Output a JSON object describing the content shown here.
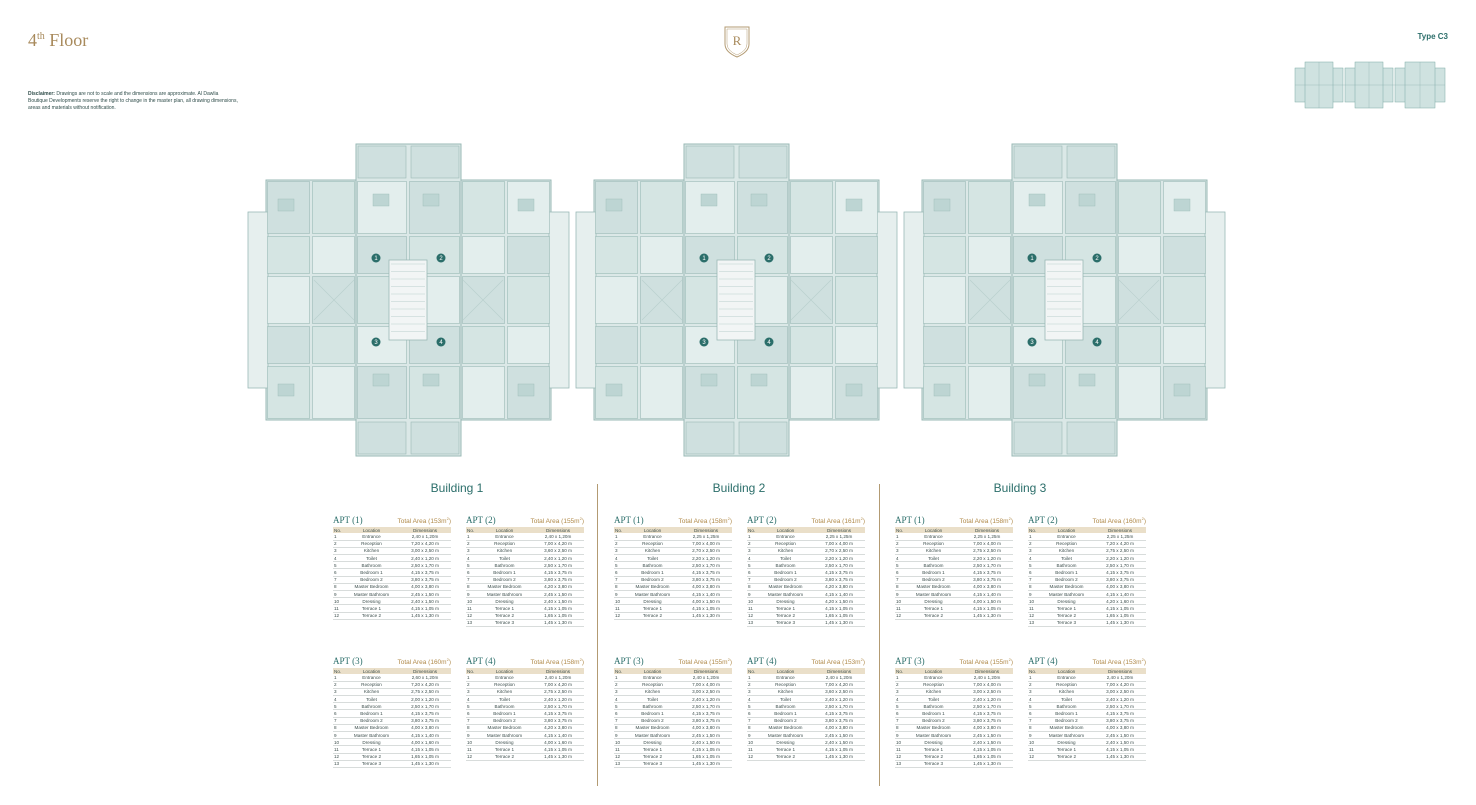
{
  "header": {
    "floor_number": "4",
    "floor_suffix": "th",
    "floor_word": "Floor",
    "logo_letter": "R",
    "type_label": "Type C3",
    "disclaimer_label": "Disclaimer:",
    "disclaimer_text": " Drawings are not to scale and the dimensions are approximate. Al Dawlia Boutique Developments reserve the right to change in the master plan, all drawing dimensions, areas and materials without notification."
  },
  "colors": {
    "teal": "#2b6e6a",
    "gold": "#a88a5c",
    "plan_fill": "#cfe0df",
    "plan_wall": "#9ab9b6"
  },
  "table_headers": {
    "no": "No.",
    "location": "Location",
    "dimensions": "Dimensions"
  },
  "buildings": [
    {
      "title": "Building 1",
      "apartments": [
        {
          "name": "APT (1)",
          "area_label": "Total Area (153m",
          "rows": [
            [
              "1",
              "Entrance",
              "2,40 x 1,20m"
            ],
            [
              "2",
              "Reception",
              "7,20 x 4,20 m"
            ],
            [
              "3",
              "Kitchen",
              "3,00 x 2,50 m"
            ],
            [
              "4",
              "Toilet",
              "2,40 x 1,20 m"
            ],
            [
              "5",
              "Bathroom",
              "2,50 x 1,70 m"
            ],
            [
              "6",
              "Bedroom 1",
              "4,15 x 3,75 m"
            ],
            [
              "7",
              "Bedroom 2",
              "3,80 x 3,75 m"
            ],
            [
              "8",
              "Master Bedroom",
              "4,00 x 3,80 m"
            ],
            [
              "9",
              "Master Bathroom",
              "2,45 x 1,50 m"
            ],
            [
              "10",
              "Dressing",
              "2,40 x 1,50 m"
            ],
            [
              "11",
              "Terrace 1",
              "4,15 x 1,05 m"
            ],
            [
              "12",
              "Terrace 2",
              "1,45 x 1,30 m"
            ]
          ]
        },
        {
          "name": "APT (2)",
          "area_label": "Total Area (155m",
          "rows": [
            [
              "1",
              "Entrance",
              "2,40 x 1,20m"
            ],
            [
              "2",
              "Reception",
              "7,00 x 4,20 m"
            ],
            [
              "3",
              "Kitchen",
              "3,60 x 2,50 m"
            ],
            [
              "4",
              "Toilet",
              "2,40 x 1,20 m"
            ],
            [
              "5",
              "Bathroom",
              "2,50 x 1,70 m"
            ],
            [
              "6",
              "Bedroom 1",
              "4,15 x 3,75 m"
            ],
            [
              "7",
              "Bedroom 2",
              "3,80 x 3,75 m"
            ],
            [
              "8",
              "Master Bedroom",
              "4,20 x 3,80 m"
            ],
            [
              "9",
              "Master Bathroom",
              "2,45 x 1,50 m"
            ],
            [
              "10",
              "Dressing",
              "2,40 x 1,50 m"
            ],
            [
              "11",
              "Terrace 1",
              "4,15 x 1,05 m"
            ],
            [
              "12",
              "Terrace 2",
              "1,65 x 1,05 m"
            ],
            [
              "13",
              "Terrace 3",
              "1,45 x 1,30 m"
            ]
          ]
        },
        {
          "name": "APT (3)",
          "area_label": "Total Area (160m",
          "rows": [
            [
              "1",
              "Entrance",
              "2,60 x 1,20m"
            ],
            [
              "2",
              "Reception",
              "7,20 x 4,20 m"
            ],
            [
              "3",
              "Kitchen",
              "2,75 x 2,50 m"
            ],
            [
              "4",
              "Toilet",
              "2,00 x 1,20 m"
            ],
            [
              "5",
              "Bathroom",
              "2,50 x 1,70 m"
            ],
            [
              "6",
              "Bedroom 1",
              "4,15 x 3,75 m"
            ],
            [
              "7",
              "Bedroom 2",
              "3,80 x 3,75 m"
            ],
            [
              "8",
              "Master Bedroom",
              "4,00 x 3,80 m"
            ],
            [
              "9",
              "Master Bathroom",
              "4,15 x 1,40 m"
            ],
            [
              "10",
              "Dressing",
              "4,00 x 1,60 m"
            ],
            [
              "11",
              "Terrace 1",
              "4,15 x 1,05 m"
            ],
            [
              "12",
              "Terrace 2",
              "1,65 x 1,05 m"
            ],
            [
              "13",
              "Terrace 3",
              "1,45 x 1,30 m"
            ]
          ]
        },
        {
          "name": "APT (4)",
          "area_label": "Total Area (158m",
          "rows": [
            [
              "1",
              "Entrance",
              "2,40 x 1,20m"
            ],
            [
              "2",
              "Reception",
              "7,00 x 4,20 m"
            ],
            [
              "3",
              "Kitchen",
              "2,75 x 2,50 m"
            ],
            [
              "4",
              "Toilet",
              "2,40 x 1,20 m"
            ],
            [
              "5",
              "Bathroom",
              "2,50 x 1,70 m"
            ],
            [
              "6",
              "Bedroom 1",
              "4,15 x 3,75 m"
            ],
            [
              "7",
              "Bedroom 2",
              "3,80 x 3,75 m"
            ],
            [
              "8",
              "Master Bedroom",
              "4,20 x 3,80 m"
            ],
            [
              "9",
              "Master Bathroom",
              "4,15 x 1,40 m"
            ],
            [
              "10",
              "Dressing",
              "4,00 x 1,60 m"
            ],
            [
              "11",
              "Terrace 1",
              "4,15 x 1,05 m"
            ],
            [
              "12",
              "Terrace 2",
              "1,45 x 1,30 m"
            ]
          ]
        }
      ]
    },
    {
      "title": "Building 2",
      "apartments": [
        {
          "name": "APT (1)",
          "area_label": "Total Area (158m",
          "rows": [
            [
              "1",
              "Entrance",
              "2,25 x 1,25m"
            ],
            [
              "2",
              "Reception",
              "7,00 x 4,00 m"
            ],
            [
              "3",
              "Kitchen",
              "2,70 x 2,50 m"
            ],
            [
              "4",
              "Toilet",
              "2,20 x 1,20 m"
            ],
            [
              "5",
              "Bathroom",
              "2,50 x 1,70 m"
            ],
            [
              "6",
              "Bedroom 1",
              "4,15 x 3,75 m"
            ],
            [
              "7",
              "Bedroom 2",
              "3,80 x 3,75 m"
            ],
            [
              "8",
              "Master Bedroom",
              "4,00 x 3,80 m"
            ],
            [
              "9",
              "Master Bathroom",
              "4,15 x 1,40 m"
            ],
            [
              "10",
              "Dressing",
              "4,00 x 1,50 m"
            ],
            [
              "11",
              "Terrace 1",
              "4,15 x 1,05 m"
            ],
            [
              "12",
              "Terrace 2",
              "1,45 x 1,30 m"
            ]
          ]
        },
        {
          "name": "APT (2)",
          "area_label": "Total Area (161m",
          "rows": [
            [
              "1",
              "Entrance",
              "2,25 x 1,25m"
            ],
            [
              "2",
              "Reception",
              "7,00 x 4,00 m"
            ],
            [
              "3",
              "Kitchen",
              "2,70 x 2,50 m"
            ],
            [
              "4",
              "Toilet",
              "2,20 x 1,20 m"
            ],
            [
              "5",
              "Bathroom",
              "2,50 x 1,70 m"
            ],
            [
              "6",
              "Bedroom 1",
              "4,15 x 3,75 m"
            ],
            [
              "7",
              "Bedroom 2",
              "3,80 x 3,75 m"
            ],
            [
              "8",
              "Master Bedroom",
              "4,20 x 3,80 m"
            ],
            [
              "9",
              "Master Bathroom",
              "4,15 x 1,40 m"
            ],
            [
              "10",
              "Dressing",
              "4,20 x 1,50 m"
            ],
            [
              "11",
              "Terrace 1",
              "4,15 x 1,05 m"
            ],
            [
              "12",
              "Terrace 2",
              "1,65 x 1,05 m"
            ],
            [
              "13",
              "Terrace 3",
              "1,45 x 1,30 m"
            ]
          ]
        },
        {
          "name": "APT (3)",
          "area_label": "Total Area (155m",
          "rows": [
            [
              "1",
              "Entrance",
              "2,40 x 1,20m"
            ],
            [
              "2",
              "Reception",
              "7,00 x 4,00 m"
            ],
            [
              "3",
              "Kitchen",
              "3,00 x 2,50 m"
            ],
            [
              "4",
              "Toilet",
              "2,40 x 1,20 m"
            ],
            [
              "5",
              "Bathroom",
              "2,50 x 1,70 m"
            ],
            [
              "6",
              "Bedroom 1",
              "4,15 x 3,75 m"
            ],
            [
              "7",
              "Bedroom 2",
              "3,80 x 3,75 m"
            ],
            [
              "8",
              "Master Bedroom",
              "4,00 x 3,80 m"
            ],
            [
              "9",
              "Master Bathroom",
              "2,45 x 1,50 m"
            ],
            [
              "10",
              "Dressing",
              "2,40 x 1,50 m"
            ],
            [
              "11",
              "Terrace 1",
              "4,15 x 1,05 m"
            ],
            [
              "12",
              "Terrace 2",
              "1,65 x 1,05 m"
            ],
            [
              "13",
              "Terrace 3",
              "1,45 x 1,30 m"
            ]
          ]
        },
        {
          "name": "APT (4)",
          "area_label": "Total Area (153m",
          "rows": [
            [
              "1",
              "Entrance",
              "2,40 x 1,20m"
            ],
            [
              "2",
              "Reception",
              "7,00 x 4,20 m"
            ],
            [
              "3",
              "Kitchen",
              "3,60 x 2,50 m"
            ],
            [
              "4",
              "Toilet",
              "2,40 x 1,20 m"
            ],
            [
              "5",
              "Bathroom",
              "2,50 x 1,70 m"
            ],
            [
              "6",
              "Bedroom 1",
              "4,15 x 3,75 m"
            ],
            [
              "7",
              "Bedroom 2",
              "3,80 x 3,75 m"
            ],
            [
              "8",
              "Master Bedroom",
              "4,00 x 3,80 m"
            ],
            [
              "9",
              "Master Bathroom",
              "2,45 x 1,50 m"
            ],
            [
              "10",
              "Dressing",
              "2,40 x 1,50 m"
            ],
            [
              "11",
              "Terrace 1",
              "4,15 x 1,05 m"
            ],
            [
              "12",
              "Terrace 2",
              "1,45 x 1,30 m"
            ]
          ]
        }
      ]
    },
    {
      "title": "Building 3",
      "apartments": [
        {
          "name": "APT (1)",
          "area_label": "Total Area (158m",
          "rows": [
            [
              "1",
              "Entrance",
              "2,25 x 1,25m"
            ],
            [
              "2",
              "Reception",
              "7,00 x 4,00 m"
            ],
            [
              "3",
              "Kitchen",
              "2,75 x 2,50 m"
            ],
            [
              "4",
              "Toilet",
              "2,20 x 1,20 m"
            ],
            [
              "5",
              "Bathroom",
              "2,50 x 1,70 m"
            ],
            [
              "6",
              "Bedroom 1",
              "4,15 x 3,75 m"
            ],
            [
              "7",
              "Bedroom 2",
              "3,80 x 3,75 m"
            ],
            [
              "8",
              "Master Bedroom",
              "4,00 x 3,80 m"
            ],
            [
              "9",
              "Master Bathroom",
              "4,15 x 1,40 m"
            ],
            [
              "10",
              "Dressing",
              "4,00 x 1,50 m"
            ],
            [
              "11",
              "Terrace 1",
              "4,15 x 1,05 m"
            ],
            [
              "12",
              "Terrace 2",
              "1,45 x 1,30 m"
            ]
          ]
        },
        {
          "name": "APT (2)",
          "area_label": "Total Area (160m",
          "rows": [
            [
              "1",
              "Entrance",
              "2,25 x 1,25m"
            ],
            [
              "2",
              "Reception",
              "7,20 x 4,20 m"
            ],
            [
              "3",
              "Kitchen",
              "2,75 x 2,50 m"
            ],
            [
              "4",
              "Toilet",
              "2,20 x 1,20 m"
            ],
            [
              "5",
              "Bathroom",
              "2,50 x 1,70 m"
            ],
            [
              "6",
              "Bedroom 1",
              "4,15 x 3,75 m"
            ],
            [
              "7",
              "Bedroom 2",
              "3,80 x 3,75 m"
            ],
            [
              "8",
              "Master Bedroom",
              "4,00 x 3,80 m"
            ],
            [
              "9",
              "Master Bathroom",
              "4,15 x 1,40 m"
            ],
            [
              "10",
              "Dressing",
              "4,20 x 1,60 m"
            ],
            [
              "11",
              "Terrace 1",
              "4,15 x 1,05 m"
            ],
            [
              "12",
              "Terrace 2",
              "1,65 x 1,05 m"
            ],
            [
              "13",
              "Terrace 3",
              "1,45 x 1,30 m"
            ]
          ]
        },
        {
          "name": "APT (3)",
          "area_label": "Total Area (155m",
          "rows": [
            [
              "1",
              "Entrance",
              "2,40 x 1,20m"
            ],
            [
              "2",
              "Reception",
              "7,00 x 4,00 m"
            ],
            [
              "3",
              "Kitchen",
              "3,00 x 2,50 m"
            ],
            [
              "4",
              "Toilet",
              "2,40 x 1,20 m"
            ],
            [
              "5",
              "Bathroom",
              "2,50 x 1,70 m"
            ],
            [
              "6",
              "Bedroom 1",
              "4,15 x 3,75 m"
            ],
            [
              "7",
              "Bedroom 2",
              "3,80 x 3,75 m"
            ],
            [
              "8",
              "Master Bedroom",
              "4,00 x 3,80 m"
            ],
            [
              "9",
              "Master Bathroom",
              "2,45 x 1,50 m"
            ],
            [
              "10",
              "Dressing",
              "2,40 x 1,50 m"
            ],
            [
              "11",
              "Terrace 1",
              "4,15 x 1,05 m"
            ],
            [
              "12",
              "Terrace 2",
              "1,65 x 1,05 m"
            ],
            [
              "13",
              "Terrace 3",
              "1,45 x 1,30 m"
            ]
          ]
        },
        {
          "name": "APT (4)",
          "area_label": "Total Area (153m",
          "rows": [
            [
              "1",
              "Entrance",
              "2,40 x 1,20m"
            ],
            [
              "2",
              "Reception",
              "7,00 x 4,20 m"
            ],
            [
              "3",
              "Kitchen",
              "3,00 x 2,50 m"
            ],
            [
              "4",
              "Toilet",
              "2,40 x 1,20 m"
            ],
            [
              "5",
              "Bathroom",
              "2,50 x 1,70 m"
            ],
            [
              "6",
              "Bedroom 1",
              "4,15 x 3,75 m"
            ],
            [
              "7",
              "Bedroom 2",
              "3,80 x 3,75 m"
            ],
            [
              "8",
              "Master Bedroom",
              "4,00 x 3,80 m"
            ],
            [
              "9",
              "Master Bathroom",
              "2,45 x 1,50 m"
            ],
            [
              "10",
              "Dressing",
              "2,40 x 1,50 m"
            ],
            [
              "11",
              "Terrace 1",
              "4,15 x 1,05 m"
            ],
            [
              "12",
              "Terrace 2",
              "1,45 x 1,30 m"
            ]
          ]
        }
      ]
    }
  ]
}
